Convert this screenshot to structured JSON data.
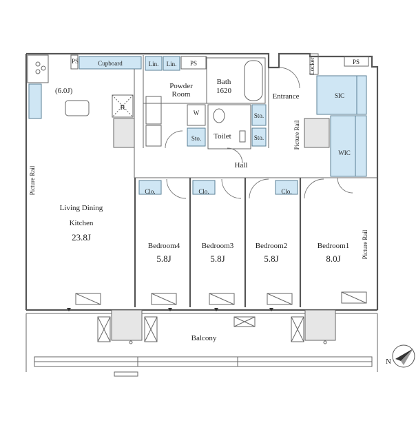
{
  "labels": {
    "ps_left": "PS",
    "cupboard": "Cupboard",
    "lin1": "Lin.",
    "lin2": "Lin.",
    "ps_mid": "PS",
    "powder_room_1": "Powder",
    "powder_room_2": "Room",
    "bath_1": "Bath",
    "bath_2": "1620",
    "locker": "Locker",
    "ps_right": "PS",
    "entrance": "Entrance",
    "sic": "SIC",
    "wic": "WIC",
    "fridge": "R",
    "kitchen_size": "(6.0J)",
    "washer": "W",
    "sto1": "Sto.",
    "sto2": "Sto.",
    "sto3": "Sto.",
    "toilet": "Toilet",
    "hall": "Hall",
    "picture_rail_left": "Picture Rail",
    "picture_rail_entrance": "Picture Rail",
    "picture_rail_right": "Picture Rail",
    "ldk_1": "Living Dining",
    "ldk_2": "Kitchen",
    "ldk_size": "23.8J",
    "clo1": "Clo.",
    "clo2": "Clo.",
    "clo3": "Clo.",
    "bedroom4": "Bedroom4",
    "bedroom4_size": "5.8J",
    "bedroom3": "Bedroom3",
    "bedroom3_size": "5.8J",
    "bedroom2": "Bedroom2",
    "bedroom2_size": "5.8J",
    "bedroom1": "Bedroom1",
    "bedroom1_size": "8.0J",
    "balcony": "Balcony",
    "north": "N"
  },
  "colors": {
    "wall": "#555555",
    "fixture_blue": "#cfe6f4",
    "fixture_grey": "#e6e6e6",
    "text": "#222222"
  }
}
